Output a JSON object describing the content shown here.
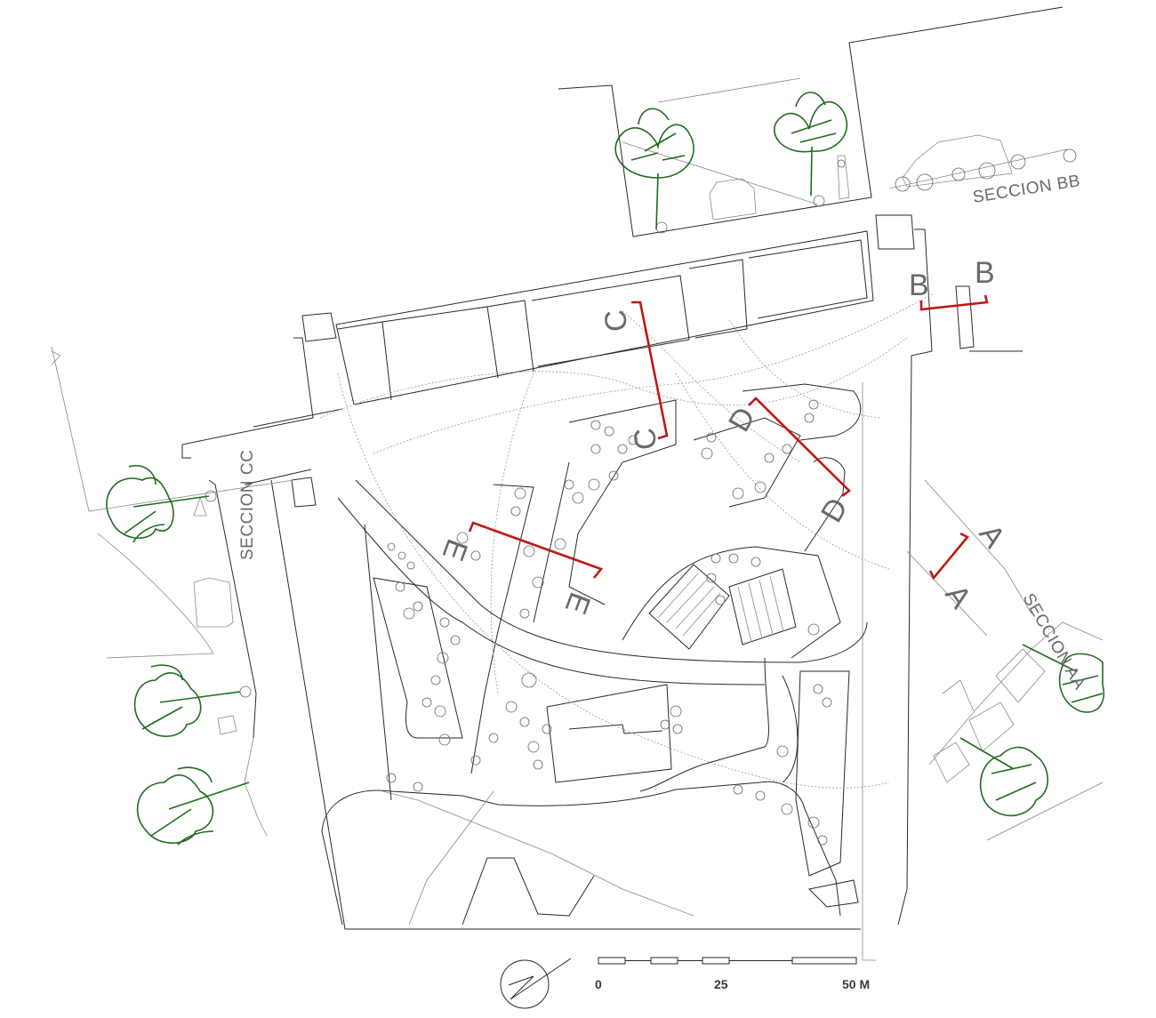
{
  "labels": {
    "seccion_bb": "SECCION BB",
    "seccion_cc": "SECCION CC",
    "seccion_aa": "SECCION AA"
  },
  "markers": {
    "a": "A",
    "b": "B",
    "c": "C",
    "d": "D",
    "e": "E"
  },
  "scale_bar": {
    "tick_0": "0",
    "tick_25": "25",
    "tick_50": "50 M"
  },
  "colors": {
    "section_line": "#c01818",
    "trees": "#1f6b1f",
    "linework": "#2a2a2a"
  },
  "icons": [
    "north-arrow-icon",
    "tree-icon",
    "car-icon",
    "person-icon"
  ]
}
